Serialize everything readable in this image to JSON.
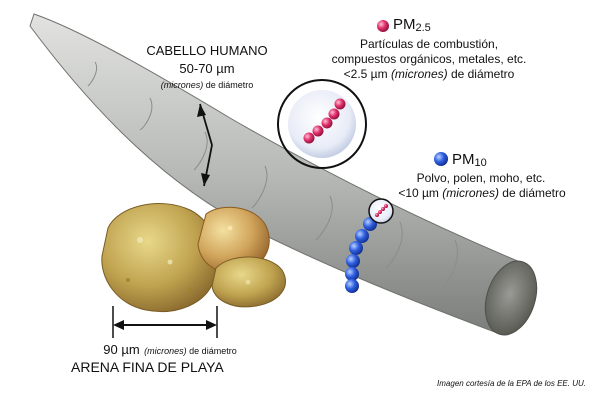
{
  "hair": {
    "title": "CABELLO HUMANO",
    "size": "50-70 µm",
    "unit_note": "(micrones) de diámetro"
  },
  "pm25": {
    "prefix": "PM",
    "sub": "2.5",
    "line1": "Partículas de combustión,",
    "line2": "compuestos orgánicos, metales, etc.",
    "line3_pre": "<2.5 µm",
    "line3_unit": "(micrones)",
    "line3_post": "de diámetro"
  },
  "pm10": {
    "prefix": "PM",
    "sub": "10",
    "line1": "Polvo, polen, moho, etc.",
    "line2_pre": "<10 µm",
    "line2_unit": "(micrones)",
    "line2_post": "de diámetro"
  },
  "sand": {
    "size": "90 µm",
    "unit_note": "(micrones) de diámetro",
    "title": "ARENA FINA DE PLAYA"
  },
  "credit": "Imagen cortesía de la EPA de los EE. UU.",
  "colors": {
    "pm25_particle": "#e0306a",
    "pm10_particle": "#2f5fe0",
    "hair_body": "#b9bbb9",
    "sand_grain": "#c9a85a"
  }
}
